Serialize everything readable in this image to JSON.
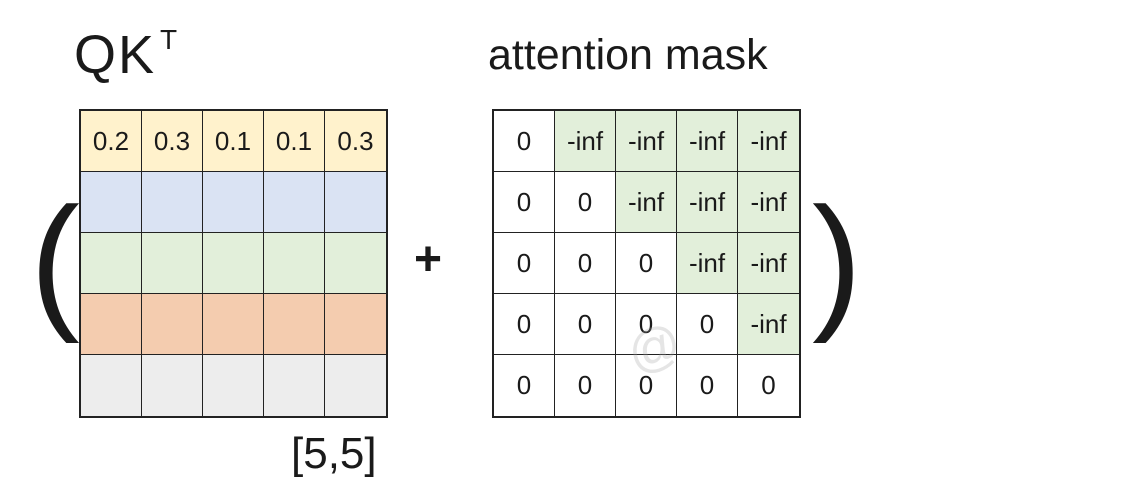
{
  "qkt": {
    "title": "QK",
    "title_sup": "T",
    "shape_label": "[5,5]",
    "first_row_values": [
      "0.2",
      "0.3",
      "0.1",
      "0.1",
      "0.3"
    ],
    "row_colors": [
      "#FFF2CC",
      "#DAE3F3",
      "#E2EFDA",
      "#F4CCAF",
      "#EDEDED"
    ]
  },
  "mask": {
    "title": "attention mask",
    "cells": [
      [
        "0",
        "-inf",
        "-inf",
        "-inf",
        "-inf"
      ],
      [
        "0",
        "0",
        "-inf",
        "-inf",
        "-inf"
      ],
      [
        "0",
        "0",
        "0",
        "-inf",
        "-inf"
      ],
      [
        "0",
        "0",
        "0",
        "0",
        "-inf"
      ],
      [
        "0",
        "0",
        "0",
        "0",
        "0"
      ]
    ],
    "inf_color": "#E2EFDA",
    "zero_color": "#FFFFFF"
  },
  "operators": {
    "open_paren": "(",
    "close_paren": ")",
    "plus": "+"
  },
  "watermark": "@"
}
